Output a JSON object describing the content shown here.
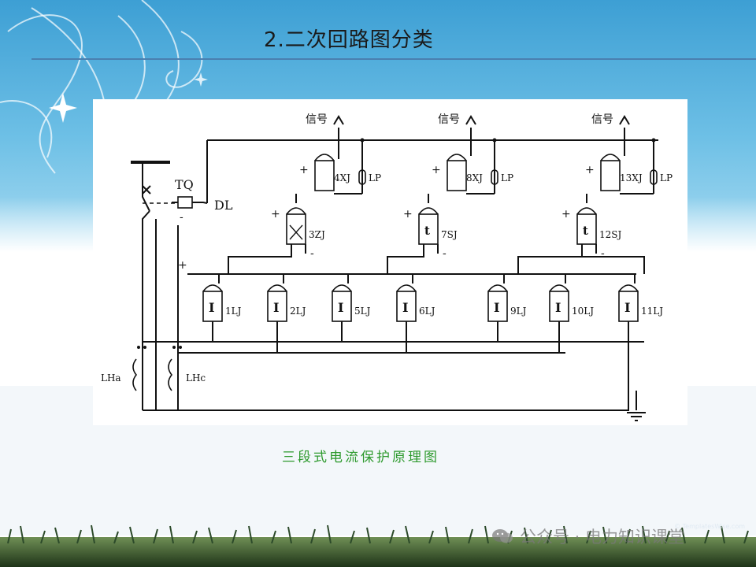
{
  "slide": {
    "title": "2.二次回路图分类",
    "caption": "三段式电流保护原理图",
    "credit": "© TemplatesWise.com",
    "watermark": "公众号 · 电力知识课堂",
    "colors": {
      "sky": "#4aa6d6",
      "rule": "#4a7fb0",
      "caption": "#2e9a2e",
      "grass": "#2c4a2a"
    }
  },
  "diagram": {
    "signal_labels": [
      "信号",
      "信号",
      "信号"
    ],
    "breaker": {
      "trip_coil": "TQ",
      "breaker": "DL"
    },
    "signal_relays": [
      "4XJ",
      "8XJ",
      "13XJ"
    ],
    "jumper_label": "LP",
    "intermediate_relay": "3ZJ",
    "time_relays": [
      {
        "label": "7SJ",
        "symbol": "t"
      },
      {
        "label": "12SJ",
        "symbol": "t"
      }
    ],
    "current_relays": [
      {
        "label": "1LJ",
        "symbol": "I"
      },
      {
        "label": "2LJ",
        "symbol": "I"
      },
      {
        "label": "5LJ",
        "symbol": "I"
      },
      {
        "label": "6LJ",
        "symbol": "I"
      },
      {
        "label": "9LJ",
        "symbol": "I"
      },
      {
        "label": "10LJ",
        "symbol": "I"
      },
      {
        "label": "11LJ",
        "symbol": "I"
      }
    ],
    "current_transformers": [
      "LHa",
      "LHc"
    ],
    "plus": "+",
    "minus": "-"
  }
}
